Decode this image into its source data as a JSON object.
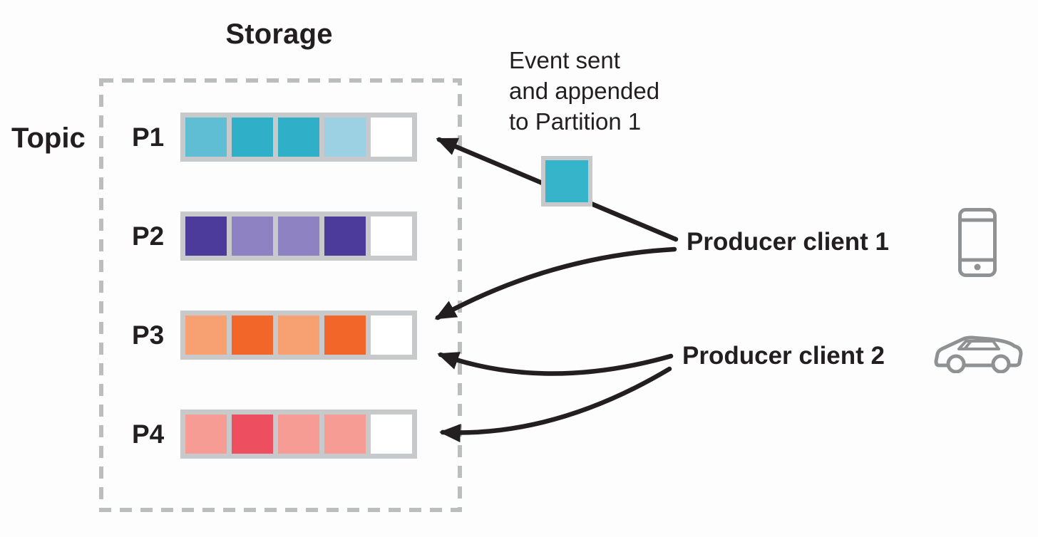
{
  "storage_title": "Storage",
  "topic": {
    "label": "Topic",
    "partitions": [
      {
        "label": "P1",
        "cells": [
          "#5fbdd4",
          "#2fb0c8",
          "#2fb0c8",
          "#9bd1e2",
          "#ffffff"
        ]
      },
      {
        "label": "P2",
        "cells": [
          "#4c3b9a",
          "#8e82c3",
          "#8e82c3",
          "#4c3b9a",
          "#ffffff"
        ]
      },
      {
        "label": "P3",
        "cells": [
          "#f7a173",
          "#f2662a",
          "#f7a173",
          "#f2662a",
          "#ffffff"
        ]
      },
      {
        "label": "P4",
        "cells": [
          "#f79c95",
          "#ee4f60",
          "#f79c95",
          "#f79c95",
          "#ffffff"
        ]
      }
    ]
  },
  "annotation": {
    "text": "Event sent\nand appended\nto Partition 1"
  },
  "event_square": {
    "color": "#35b4ca"
  },
  "producers": [
    {
      "label": "Producer client 1",
      "icon": "smartphone-icon"
    },
    {
      "label": "Producer client 2",
      "icon": "car-icon"
    }
  ],
  "colors": {
    "ink": "#231f20",
    "arrow": "#231f20",
    "cell_frame_gray": "#c8c9ca",
    "dashed_border_gray": "#bcbdbd",
    "icon_gray": "#8f9193",
    "background": "#fdfdfd"
  }
}
